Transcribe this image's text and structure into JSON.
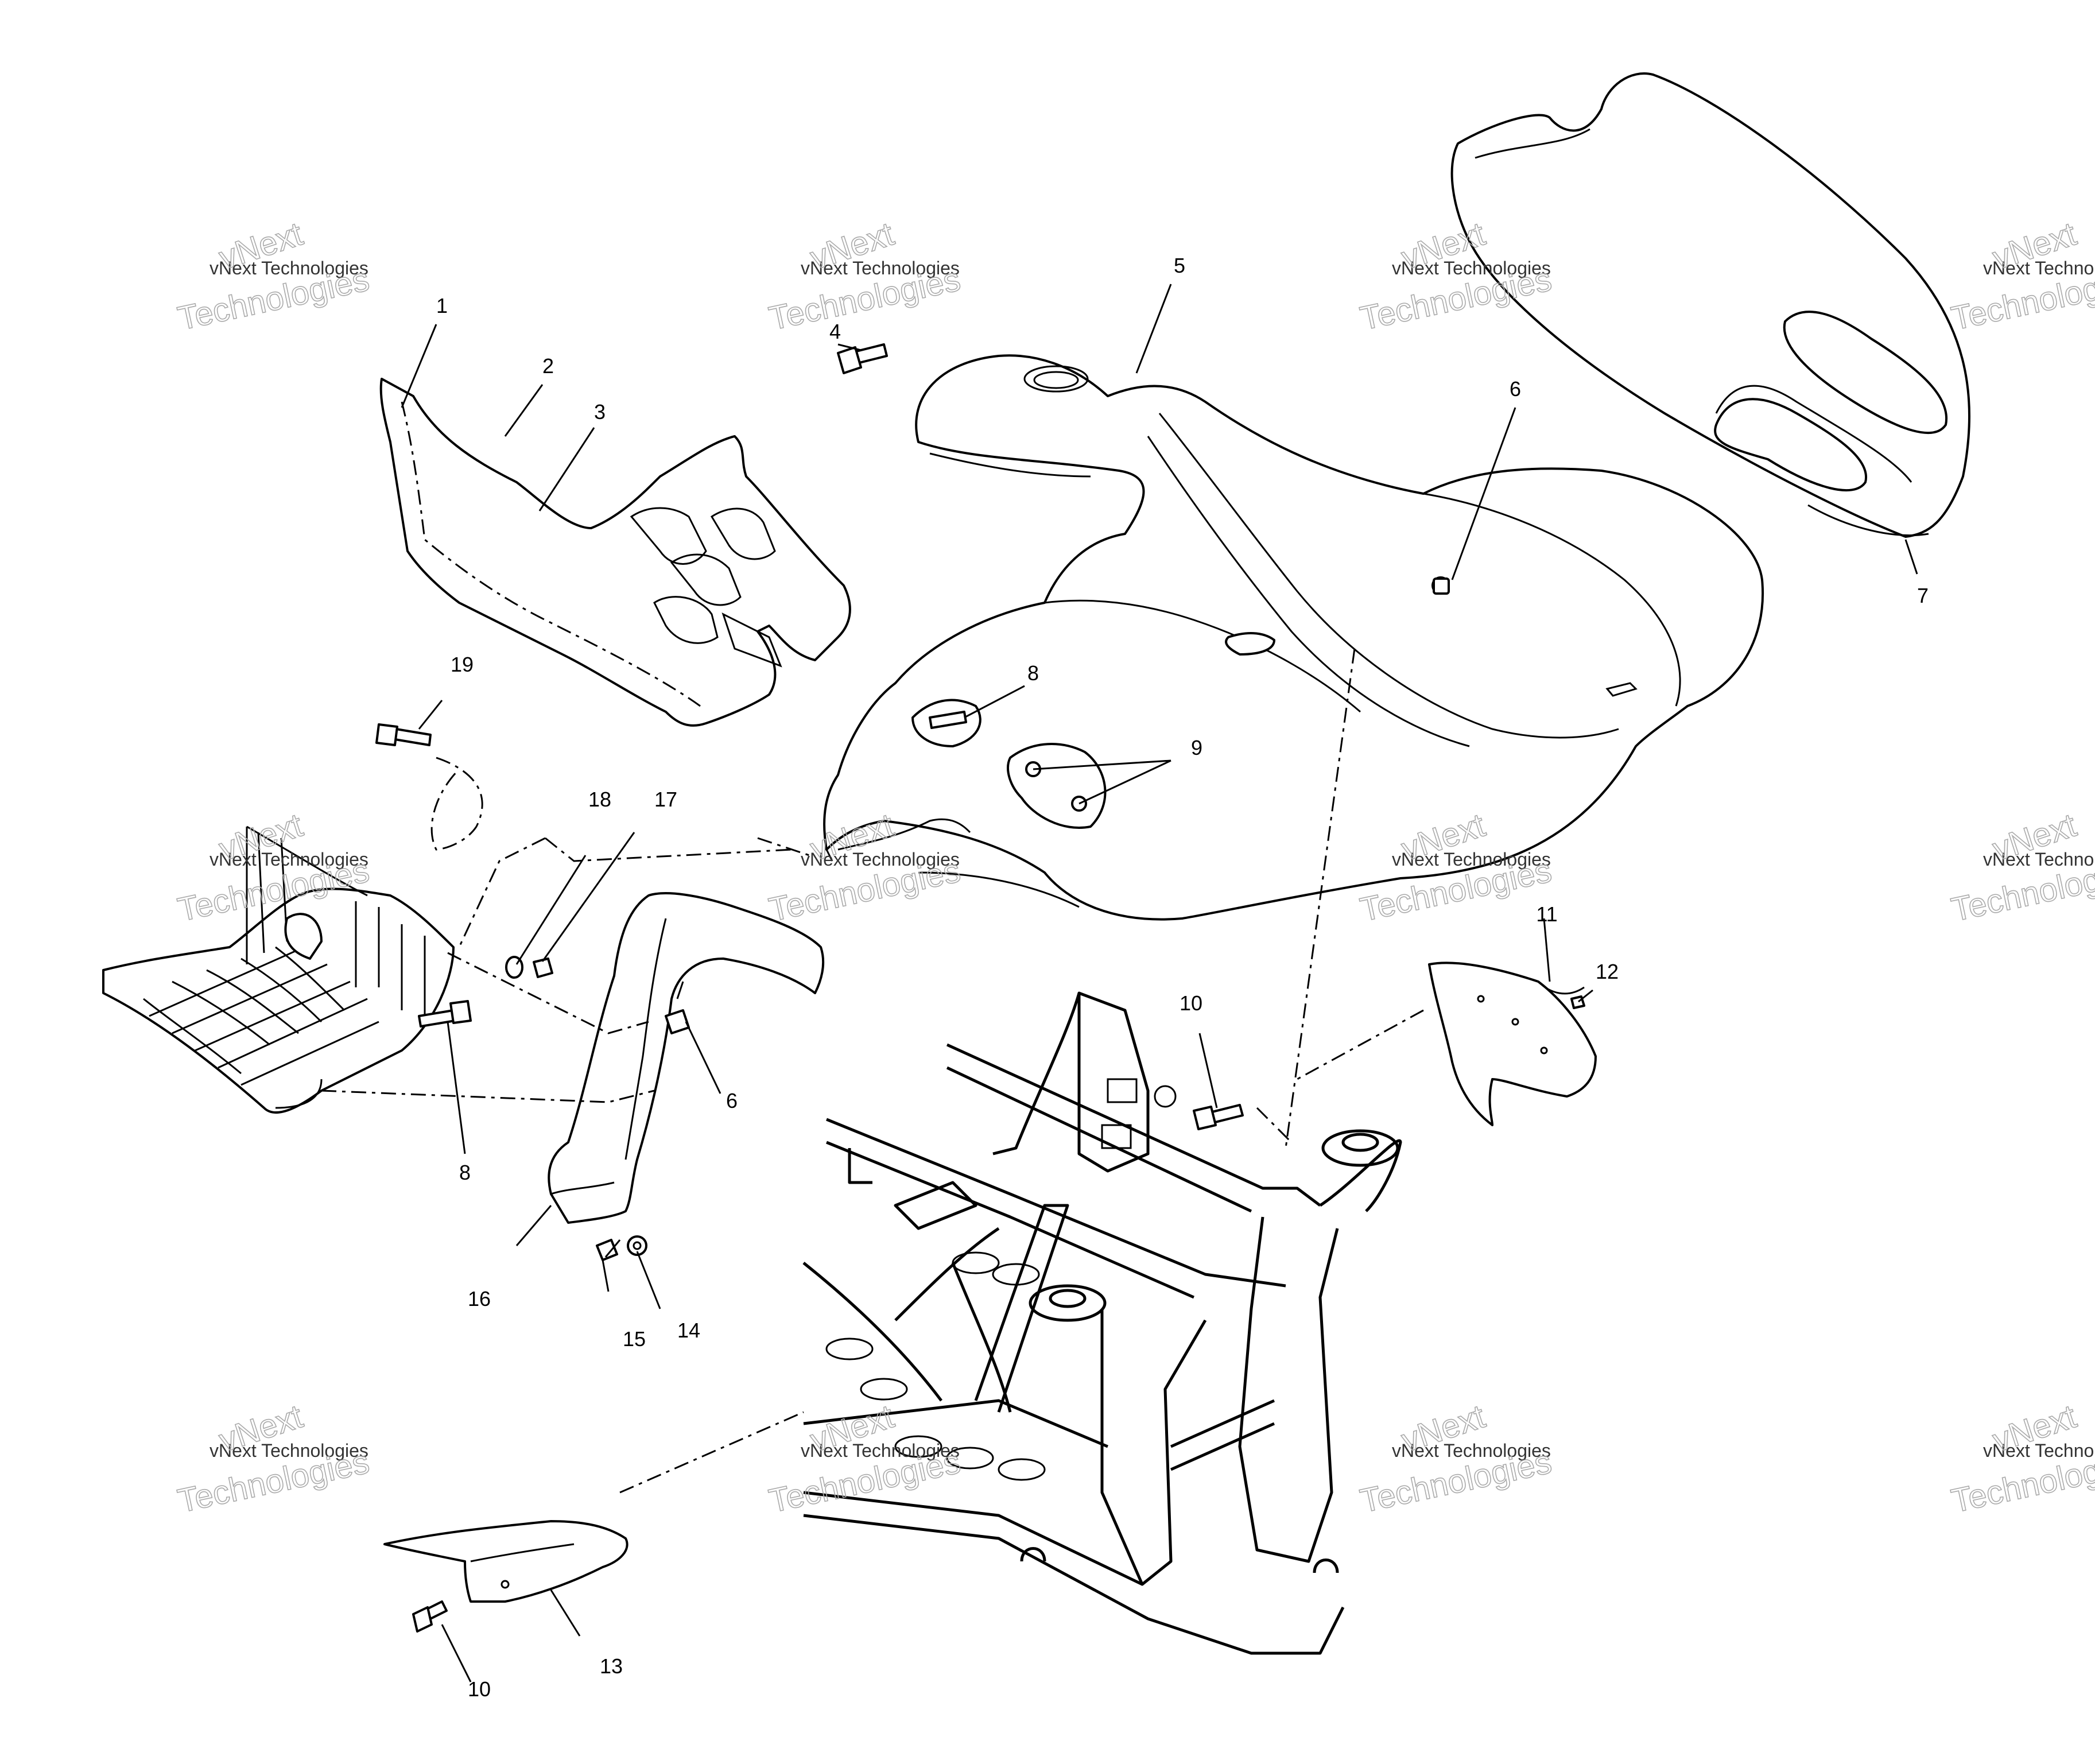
{
  "watermark": {
    "line1": "vNext Technologies",
    "line2": "vNext",
    "line3": "Technologies"
  },
  "callouts": [
    {
      "id": "c1",
      "label": "1"
    },
    {
      "id": "c2",
      "label": "2"
    },
    {
      "id": "c3",
      "label": "3"
    },
    {
      "id": "c4",
      "label": "4"
    },
    {
      "id": "c5",
      "label": "5"
    },
    {
      "id": "c6a",
      "label": "6"
    },
    {
      "id": "c6b",
      "label": "6"
    },
    {
      "id": "c7",
      "label": "7"
    },
    {
      "id": "c8a",
      "label": "8"
    },
    {
      "id": "c8b",
      "label": "8"
    },
    {
      "id": "c9",
      "label": "9"
    },
    {
      "id": "c10a",
      "label": "10"
    },
    {
      "id": "c10b",
      "label": "10"
    },
    {
      "id": "c11",
      "label": "11"
    },
    {
      "id": "c12",
      "label": "12"
    },
    {
      "id": "c13",
      "label": "13"
    },
    {
      "id": "c14",
      "label": "14"
    },
    {
      "id": "c15",
      "label": "15"
    },
    {
      "id": "c16",
      "label": "16"
    },
    {
      "id": "c17",
      "label": "17"
    },
    {
      "id": "c18",
      "label": "18"
    },
    {
      "id": "c19",
      "label": "19"
    }
  ]
}
